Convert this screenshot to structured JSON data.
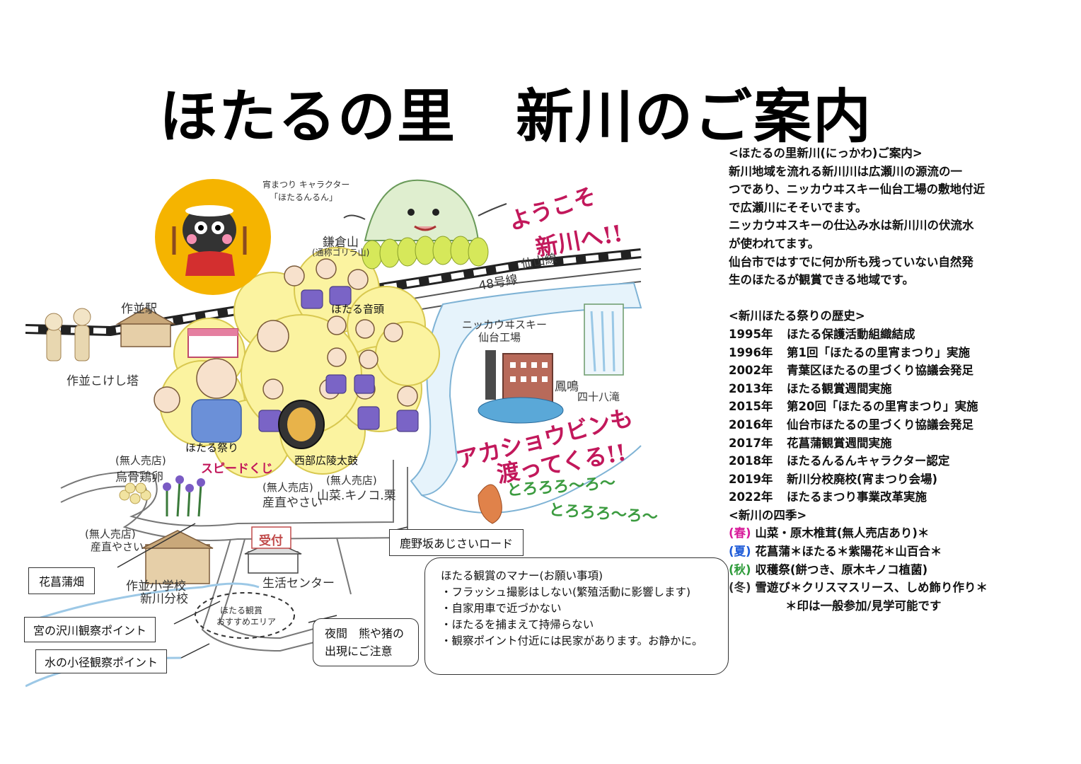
{
  "title": "ほたるの里　新川のご案内",
  "colors": {
    "spring": "#d81b9a",
    "summer": "#1e5bd8",
    "autumn": "#2e9b3a",
    "winter": "#333333",
    "hand_pink": "#c2185b",
    "hand_green": "#3b9b3f",
    "mascot_circle": "#f5b400",
    "cloud_yellow": "#fbf3a0"
  },
  "map": {
    "mascot_caption": [
      "宵まつり キャラクター",
      "「ほたるんるん」"
    ],
    "labels": {
      "kamakura": "鎌倉山",
      "kamakura_sub": "(通称ゴリラ山)",
      "sengoku": "仙山線",
      "route48": "48号線",
      "sakunami_st": "作並駅",
      "kokeshi": "作並こけし塔",
      "nikka": "ニッカウヰスキー",
      "nikka_sub": "仙台工場",
      "hoomei": "鳳鳴",
      "hoomei_sub": "四十八滝",
      "ondo": "ほたる音頭",
      "matsuri": "ほたる祭り",
      "speed": "スピードくじ",
      "taiko": "西部広陵太鼓",
      "shop1_tag": "(無人売店)",
      "shop1": "烏骨鶏卵",
      "shop2_tag": "(無人売店)",
      "shop2": "産直やさい",
      "shop3_tag": "(無人売店)",
      "shop3": "山菜.キノコ.栗",
      "shop4_tag": "(無人売店)",
      "shop4": "産直やさい",
      "uketsuke": "受付",
      "school": "作並小学校",
      "school_sub": "新川分校",
      "center": "生活センター",
      "area": "ほたる観賞",
      "area_sub": "おすすめエリア"
    },
    "handwritten": {
      "welcome1": "ようこそ",
      "welcome2": "新川へ!!",
      "akasho1": "アカショウビンも",
      "akasho2": "渡ってくる!!",
      "torororo1": "とろろろ〜ろ〜",
      "torororo2": "とろろろ〜ろ〜"
    },
    "callouts": {
      "ajisai": "鹿野坂あじさいロード",
      "hanashobu": "花菖蒲畑",
      "miyanosawa": "宮の沢川観察ポイント",
      "mizunokomichi": "水の小径観察ポイント"
    },
    "night": [
      "夜間　熊や猪の",
      "出現にご注意"
    ],
    "manner": [
      "ほたる観賞のマナー(お願い事項)",
      "・フラッシュ撮影はしない(繁殖活動に影響します)",
      "・自家用車で近づかない",
      "・ほたるを捕まえて持帰らない",
      "・観察ポイント付近には民家があります。お静かに。"
    ]
  },
  "side": {
    "intro_head": "<ほたるの里新川(にっかわ)ご案内>",
    "intro": [
      "新川地域を流れる新川川は広瀬川の源流の一",
      "つであり、ニッカウヰスキー仙台工場の敷地付近",
      "で広瀬川にそそいでます。",
      "ニッカウヰスキーの仕込み水は新川川の伏流水",
      "が使われてます。",
      "仙台市ではすでに何か所も残っていない自然発",
      "生のほたるが観賞できる地域です。"
    ],
    "history_head": "<新川ほたる祭りの歴史>",
    "history": [
      {
        "year": "1995年",
        "text": "ほたる保護活動組織結成"
      },
      {
        "year": "1996年",
        "text": "第1回「ほたるの里宵まつり」実施"
      },
      {
        "year": "2002年",
        "text": "青葉区ほたるの里づくり協議会発足"
      },
      {
        "year": "2013年",
        "text": "ほたる観賞週間実施"
      },
      {
        "year": "2015年",
        "text": "第20回「ほたるの里宵まつり」実施"
      },
      {
        "year": "2016年",
        "text": "仙台市ほたるの里づくり協議会発足"
      },
      {
        "year": "2017年",
        "text": "花菖蒲観賞週間実施"
      },
      {
        "year": "2018年",
        "text": "ほたるんるんキャラクター認定"
      },
      {
        "year": "2019年",
        "text": "新川分校廃校(宵まつり会場)"
      },
      {
        "year": "2022年",
        "text": "ほたるまつり事業改革実施"
      }
    ],
    "seasons_head": "<新川の四季>",
    "seasons": [
      {
        "tag": "(春)",
        "text": "山菜・原木椎茸(無人売店あり)＊"
      },
      {
        "tag": "(夏)",
        "text": "花菖蒲＊ほたる＊紫陽花＊山百合＊"
      },
      {
        "tag": "(秋)",
        "text": "収穫祭(餅つき、原木キノコ植菌)"
      },
      {
        "tag": "(冬)",
        "text": "雪遊び＊クリスマスリース、しめ飾り作り＊"
      }
    ],
    "note": "＊印は一般参加/見学可能です"
  }
}
